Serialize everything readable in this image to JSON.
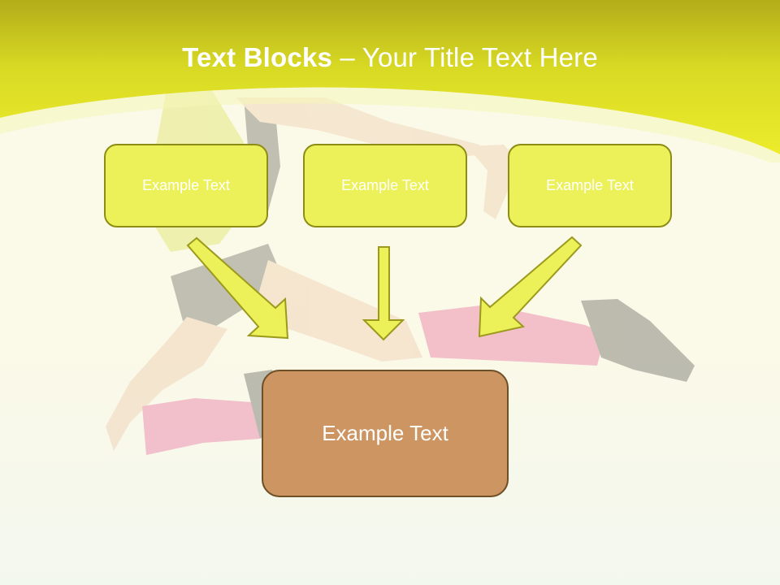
{
  "slide": {
    "title_bold": "Text Blocks",
    "title_dash": " – ",
    "title_rest": "Your Title Text Here"
  },
  "blocks": [
    {
      "label": "Example Text"
    },
    {
      "label": "Example Text"
    },
    {
      "label": "Example Text"
    }
  ],
  "target_block": {
    "label": "Example Text"
  },
  "colors": {
    "header_yellow": "#e4e62a",
    "block_fill": "#ecf159",
    "block_border": "#8d8c14",
    "arrow_fill": "#ecf159",
    "arrow_stroke": "#9c9a1c",
    "target_fill": "#cc9561",
    "target_border": "#6e4f26"
  }
}
